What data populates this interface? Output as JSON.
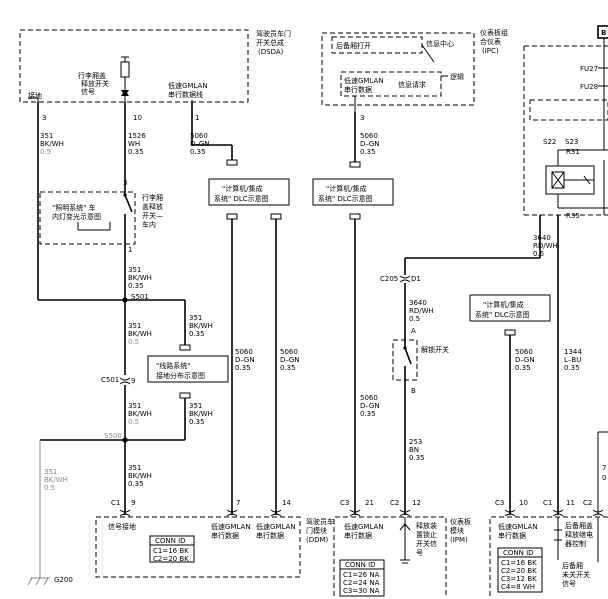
{
  "modules": {
    "dsda": {
      "name_l1": "驾驶员车门",
      "name_l2": "开关总成",
      "name_l3": "(DSDA)"
    },
    "ipc": {
      "name_l1": "仪表板组",
      "name_l2": "合仪表",
      "name_l3": "(IPC)"
    },
    "ddm": {
      "name_l1": "驾驶员车",
      "name_l2": "门模块",
      "name_l3": "(DDM)"
    },
    "ipm": {
      "name_l1": "仪表板",
      "name_l2": "模块",
      "name_l3": "(IPM)"
    }
  },
  "dsda_internal": {
    "trunk_switch_l1": "行李厢盖",
    "trunk_switch_l2": "释放开关",
    "trunk_switch_l3": "信号",
    "ground_label": "接地",
    "gmlan_l1": "低速GMLAN",
    "gmlan_l2": "串行数据线"
  },
  "ipc_internal": {
    "backup_open": "后备厢打开",
    "info_center": "信息中心",
    "gmlan_l1": "低速GMLAN",
    "gmlan_l2": "串行数据",
    "info_request": "信息请求",
    "logic": "逻辑"
  },
  "pins": {
    "dsda_3": "3",
    "dsda_10": "10",
    "dsda_1": "1",
    "ipc_3": "3",
    "sw_3": "3",
    "sw_1": "1",
    "c501_9": "9",
    "c205": "C205",
    "c205_d1": "D1",
    "c501": "C501",
    "s501": "S501",
    "s500": "S500",
    "sw_a": "A",
    "sw_b": "B",
    "c1": "C1",
    "c1_9": "9",
    "c1_7": "7",
    "c1_14": "14",
    "c3": "C3",
    "c3_21": "21",
    "c2": "C2",
    "c2_12": "12",
    "c3_r": "C3",
    "c3_10": "10",
    "c1_r": "C1",
    "c1_11": "11",
    "c2_r": "C2"
  },
  "wires": {
    "w351_a": {
      "num": "351",
      "color": "BK/WH",
      "size": "0.5"
    },
    "w1526": {
      "num": "1526",
      "color": "WH",
      "size": "0.35"
    },
    "w5060_a": {
      "num": "5060",
      "color": "D–GN",
      "size": "0.35"
    },
    "w5060_ipc": {
      "num": "5060",
      "color": "D–GN",
      "size": "0.35"
    },
    "w351_b": {
      "num": "351",
      "color": "BK/WH",
      "size": "0.35"
    },
    "w351_c": {
      "num": "351",
      "color": "BK/WH",
      "size": "0.35"
    },
    "w351_d": {
      "num": "351",
      "color": "BK/WH",
      "size": "0.5"
    },
    "w351_e": {
      "num": "351",
      "color": "BK/WH",
      "size": "0.5"
    },
    "w351_f": {
      "num": "351",
      "color": "BK/WH",
      "size": "0.35"
    },
    "w351_g": {
      "num": "351",
      "color": "BK/WH",
      "size": "0.35"
    },
    "w351_gnd": {
      "num": "351",
      "color": "BK/WH",
      "size": "0.5"
    },
    "w5060_b": {
      "num": "5060",
      "color": "D–GN",
      "size": "0.35"
    },
    "w5060_c": {
      "num": "5060",
      "color": "D–GN",
      "size": "0.35"
    },
    "w5060_d": {
      "num": "5060",
      "color": "D–GN",
      "size": "0.35"
    },
    "w3640_a": {
      "num": "3640",
      "color": "RD/WH",
      "size": "0.5"
    },
    "w3640_b": {
      "num": "3640",
      "color": "RD/WH",
      "size": "0.5"
    },
    "w253": {
      "num": "253",
      "color": "BN",
      "size": "0.35"
    },
    "w5060_e": {
      "num": "5060",
      "color": "D–GN",
      "size": "0.35"
    },
    "w1344": {
      "num": "1344",
      "color": "L–BU",
      "size": "0.35"
    }
  },
  "refs": {
    "lighting_l1": "\"照明系统\" 车",
    "lighting_l2": "内灯变光示意图",
    "trunk_sw_l1": "行李厢",
    "trunk_sw_l2": "盖释放",
    "trunk_sw_l3": "开关—",
    "trunk_sw_l4": "车内",
    "dlc1_l1": "\"计算机/集成",
    "dlc1_l2": "系统\" DLC示意图",
    "dlc2_l1": "\"计算机/集成",
    "dlc2_l2": "系统\" DLC示意图",
    "dlc3_l1": "\"计算机/集成",
    "dlc3_l2": "系统\" DLC示意图",
    "wiring_l1": "\"线路系统\"",
    "wiring_l2": "接地分布示意图",
    "unlock_switch": "解锁开关",
    "ground_g200": "G200"
  },
  "fuse_panel": {
    "top_label": "B",
    "fu27": "FU27",
    "fu28": "FU28",
    "s22": "S22",
    "s23": "S23",
    "r31": "R31",
    "r35": "R35"
  },
  "ddm_pins": {
    "sig_ground": "信号接地",
    "gmlan1_l1": "低速GMLAN",
    "gmlan1_l2": "串行数据",
    "gmlan2_l1": "低速GMLAN",
    "gmlan2_l2": "串行数据"
  },
  "ipm_pins": {
    "gmlan_l1": "低速GMLAN",
    "gmlan_l2": "串行数据",
    "release_l1": "释放装",
    "release_l2": "置锁止",
    "release_l3": "开关信",
    "release_l4": "号",
    "gmlan_r_l1": "低速GMLAN",
    "gmlan_r_l2": "串行数据",
    "trunk_ctrl_l1": "后备厢盖",
    "trunk_ctrl_l2": "释放继电",
    "trunk_ctrl_l3": "器控制",
    "trunk_open_l1": "后备厢",
    "trunk_open_l2": "未关开关",
    "trunk_open_l3": "信号"
  },
  "conn_ids": {
    "ddm": {
      "title": "CONN ID",
      "lines": [
        "C1=16 BK",
        "C2=20 BK"
      ]
    },
    "ipm_mid": {
      "title": "CONN ID",
      "lines": [
        "C1=26 NA",
        "C2=24 NA",
        "C3=30 NA"
      ]
    },
    "ipm_right": {
      "title": "CONN ID",
      "lines": [
        "C1=16 BK",
        "C2=20 BK",
        "C3=12 BK",
        "C4=8 WH"
      ]
    }
  },
  "edge_text": {
    "r1": "7",
    "r2": "0"
  }
}
